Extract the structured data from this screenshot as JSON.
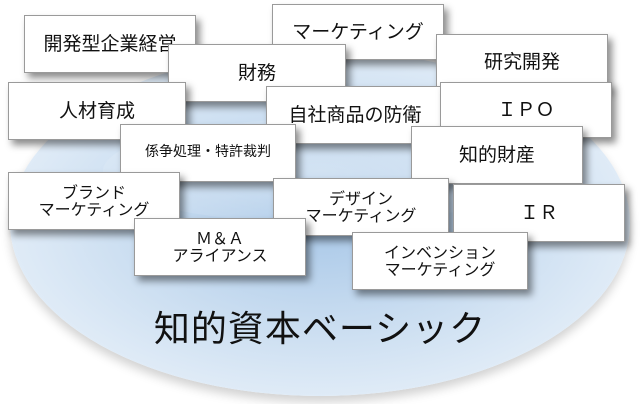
{
  "title": "知的資本ベーシック",
  "cards": {
    "kaihatsu": "開発型企業経営",
    "marketing": "マーケティング",
    "kenkyu": "研究開発",
    "zaimu": "財務",
    "jinzai": "人材育成",
    "jisha": "自社商品の防衛",
    "ipo": "ＩＰＯ",
    "keiso": "係争処理・特許裁判",
    "chiteki": "知的財産",
    "brand": "ブランド\nマーケティング",
    "design": "デザイン\nマーケティング",
    "ir": "ＩＲ",
    "ma": "Ｍ＆Ａ\nアライアンス",
    "invention": "インベンション\nマーケティング"
  }
}
